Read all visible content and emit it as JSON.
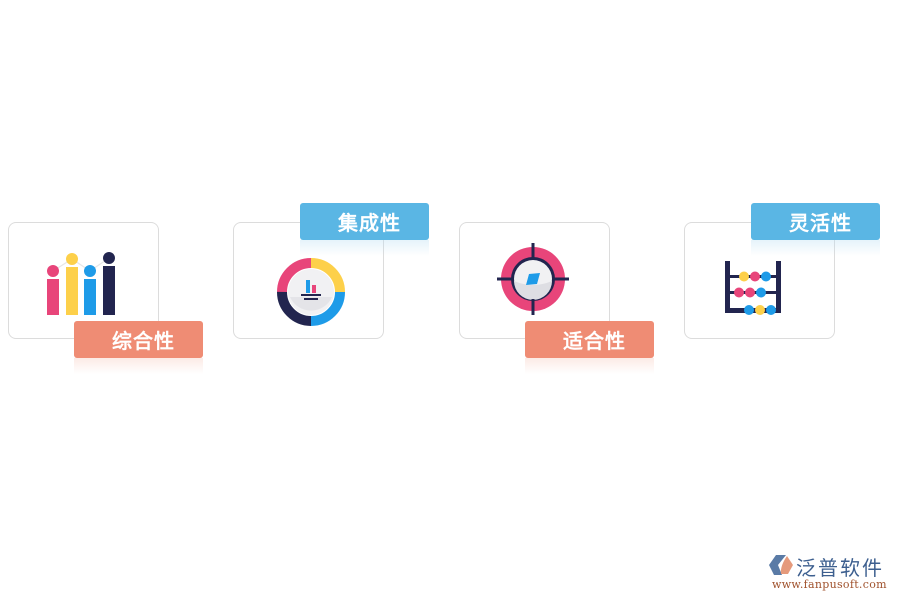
{
  "features": [
    {
      "label": "综合性",
      "icon": "bar-chart-icon",
      "label_color": "#ef8c74",
      "label_position": "bottom"
    },
    {
      "label": "集成性",
      "icon": "donut-chart-icon",
      "label_color": "#5ab6e4",
      "label_position": "top"
    },
    {
      "label": "适合性",
      "icon": "target-crosshair-icon",
      "label_color": "#ef8c74",
      "label_position": "bottom"
    },
    {
      "label": "灵活性",
      "icon": "abacus-icon",
      "label_color": "#5ab6e4",
      "label_position": "top"
    }
  ],
  "icon_colors": {
    "pink": "#e8457a",
    "yellow": "#fdd04a",
    "blue": "#1e9be8",
    "navy": "#22254f"
  },
  "brand": {
    "name": "泛普软件",
    "url": "www.fanpusoft.com"
  }
}
